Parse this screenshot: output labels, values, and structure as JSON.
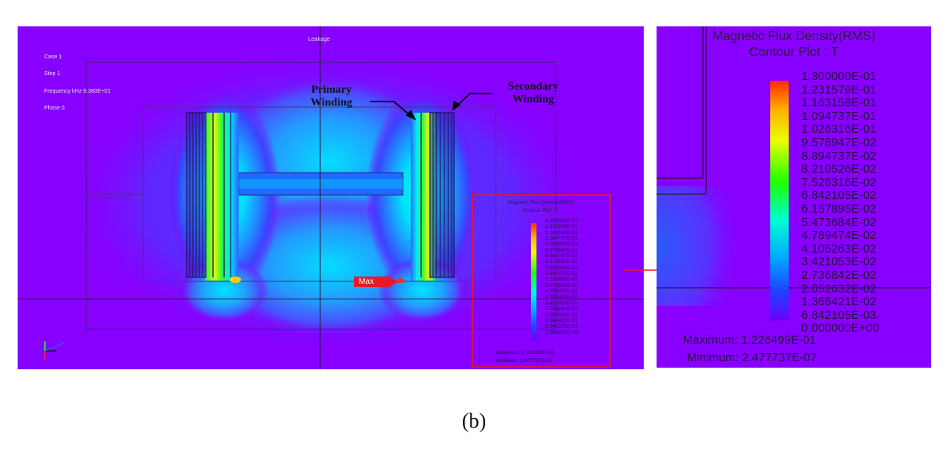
{
  "left_panel": {
    "title": "Leakage",
    "info": [
      "Case 1",
      "Step 1",
      "Frequency kHz 8.380E+01",
      "Phase 0"
    ],
    "max_tag": "Max",
    "annotations": {
      "primary": "Primary Winding",
      "secondary": "Secondary Winding"
    }
  },
  "legend": {
    "title_line1": "Magnetic Flux Density(RMS)",
    "title_line2": "Contour Plot : T",
    "ticks": [
      "1.300000E-01",
      "1.231579E-01",
      "1.163158E-01",
      "1.094737E-01",
      "1.026316E-01",
      "9.578947E-02",
      "8.894737E-02",
      "8.210526E-02",
      "7.526316E-02",
      "6.842105E-02",
      "6.157895E-02",
      "5.473684E-02",
      "4.789474E-02",
      "4.105263E-02",
      "3.421053E-02",
      "2.736842E-02",
      "2.052632E-02",
      "1.368421E-02",
      "6.842105E-03",
      "0.000000E+00"
    ],
    "maximum": "Maximum: 1.226499E-01",
    "minimum": "Minimum: 2.477737E-07"
  },
  "caption": "(b)",
  "colors": {
    "background": "#8800ff",
    "highlight_box": "#e8182a",
    "arrow": "#e8182a"
  },
  "icons": [
    "axis-triad-icon",
    "red-arrow-icon"
  ]
}
